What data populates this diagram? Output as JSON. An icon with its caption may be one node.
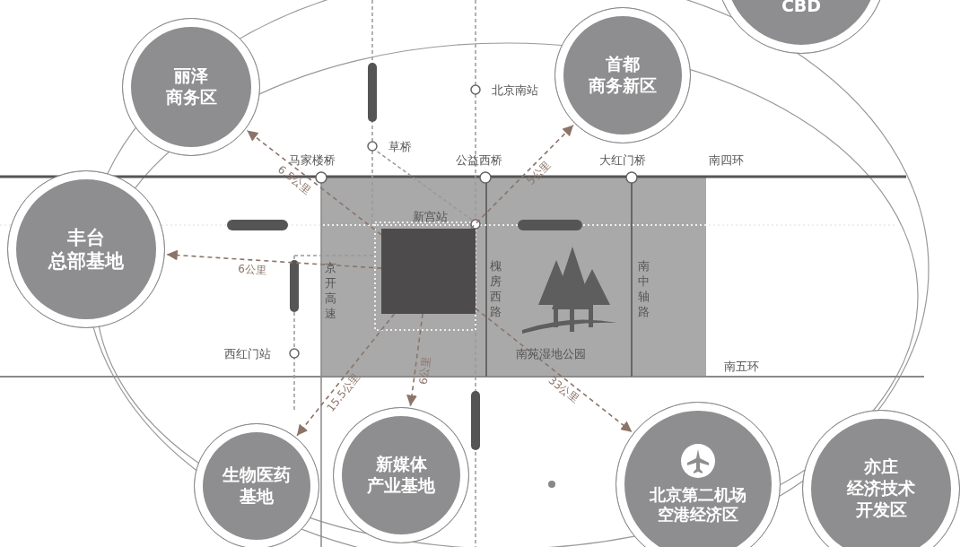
{
  "diagram": {
    "nodes": [
      {
        "text": [
          "丽泽商务区"
        ]
      },
      {
        "text": [
          "首都商务新区"
        ]
      },
      {
        "text": [
          "CBD"
        ]
      },
      {
        "text": [
          "丰台总部基地"
        ]
      },
      {
        "text": [
          "生物医药基地"
        ]
      },
      {
        "text": [
          "新媒体产业基地"
        ]
      },
      {
        "text": [
          "北京第二机场空港经济区"
        ]
      },
      {
        "text": [
          "亦庄经济技术开发区"
        ]
      },
      {
        "text": [],
        "shape": "box"
      }
    ],
    "edges": [
      {
        "from": 8,
        "to": 0,
        "arrow": "to",
        "label": "6.5公里",
        "style": "dashed"
      },
      {
        "from": 8,
        "to": 1,
        "arrow": "to",
        "label": "5公里",
        "style": "dashed"
      },
      {
        "from": 8,
        "to": 3,
        "arrow": "to",
        "label": "6公里",
        "style": "dashed"
      },
      {
        "from": 8,
        "to": 4,
        "arrow": "to",
        "label": "15.5公里",
        "style": "dashed"
      },
      {
        "from": 8,
        "to": 5,
        "arrow": "to",
        "label": "6公里",
        "style": "dashed"
      },
      {
        "from": 8,
        "to": 6,
        "arrow": "to",
        "label": "33公里",
        "style": "dashed"
      }
    ],
    "labels": [
      "北京南站",
      "草桥",
      "马家楼桥",
      "公益西桥",
      "大红门桥",
      "南四环",
      "新宫站",
      "京开高速",
      "槐房西路",
      "南中轴路",
      "西红门站",
      "南苑湿地公园",
      "南五环"
    ]
  }
}
